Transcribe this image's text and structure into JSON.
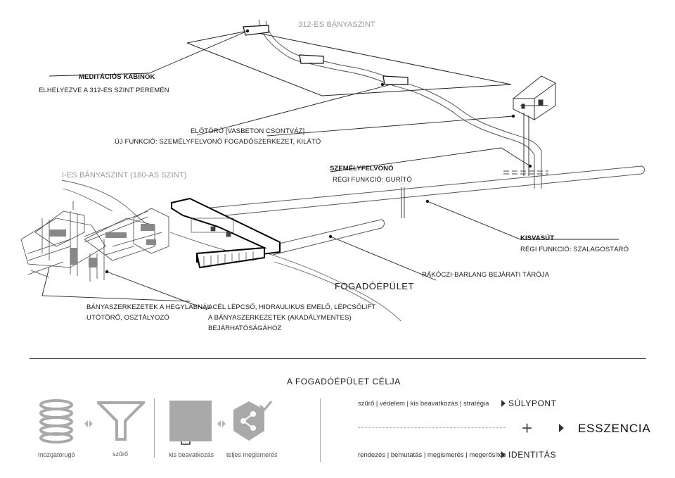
{
  "diagram": {
    "labels": {
      "level312": "312-ES BÁNYASZINT",
      "cabins_title": "MEDITÁCIÓS KABINOK",
      "cabins_sub": "ELHELYEZVE A 312-ES SZINT PEREMÉN",
      "forehead_title": "ELŐTÖRŐ [VASBETON CSONTVÁZ]",
      "forehead_sub": "ÚJ FUNKCIÓ: SZEMÉLYFELVONÓ FOGADÓSZERKEZET, KILÁTÓ",
      "level1": "I-ES BÁNYASZINT (180-AS SZINT)",
      "lift_title": "SZEMÉLYFELVONÓ",
      "lift_sub": "RÉGI FUNKCIÓ: GURÍTÓ",
      "rail_title": "KISVASÚT",
      "rail_sub": "RÉGI FUNKCIÓ: SZALAGOSTÁRÓ",
      "cave": "RÁKÓCZI-BARLANG BEJÁRATI TÁRÓJA",
      "reception": "FOGADÓÉPÜLET",
      "mine_line1": "BÁNYASZERKEZETEK A HEGYLÁBNÁL",
      "mine_line2": "UTÓTÖRŐ, OSZTÁLYOZÓ",
      "stair_line1": "ACÉL LÉPCSŐ, HIDRAULIKUS EMELŐ, LÉPCSŐLIFT",
      "stair_line2": "A BÁNYASZERKEZETEK (AKADÁLYMENTES)",
      "stair_line3": "BEJÁRHATÓSÁGÁHOZ"
    }
  },
  "purpose": {
    "title": "A FOGADÓÉPÜLET CÉLJA",
    "icons": [
      {
        "name": "spring-icon",
        "caption": "mozgatórugó"
      },
      {
        "name": "filter-icon",
        "caption": "szűrő"
      },
      {
        "name": "small-intervention-icon",
        "caption": "kis beavatkozás"
      },
      {
        "name": "full-discovery-icon",
        "caption": "teljes megismerés"
      }
    ],
    "row1_text": "szűrő | védelem | kis beavatkozás | stratégia",
    "row1_keyword": "SÚLYPONT",
    "row2_text": "rendezés | bemutatás | megismerés | megerősítés",
    "row2_keyword": "IDENTITÁS",
    "result": "ESSZENCIA",
    "plus": "+",
    "colors": {
      "icon_gray": "#a9a9a9",
      "line": "#1a1a1a",
      "label_gray": "#9a9a9a"
    }
  }
}
